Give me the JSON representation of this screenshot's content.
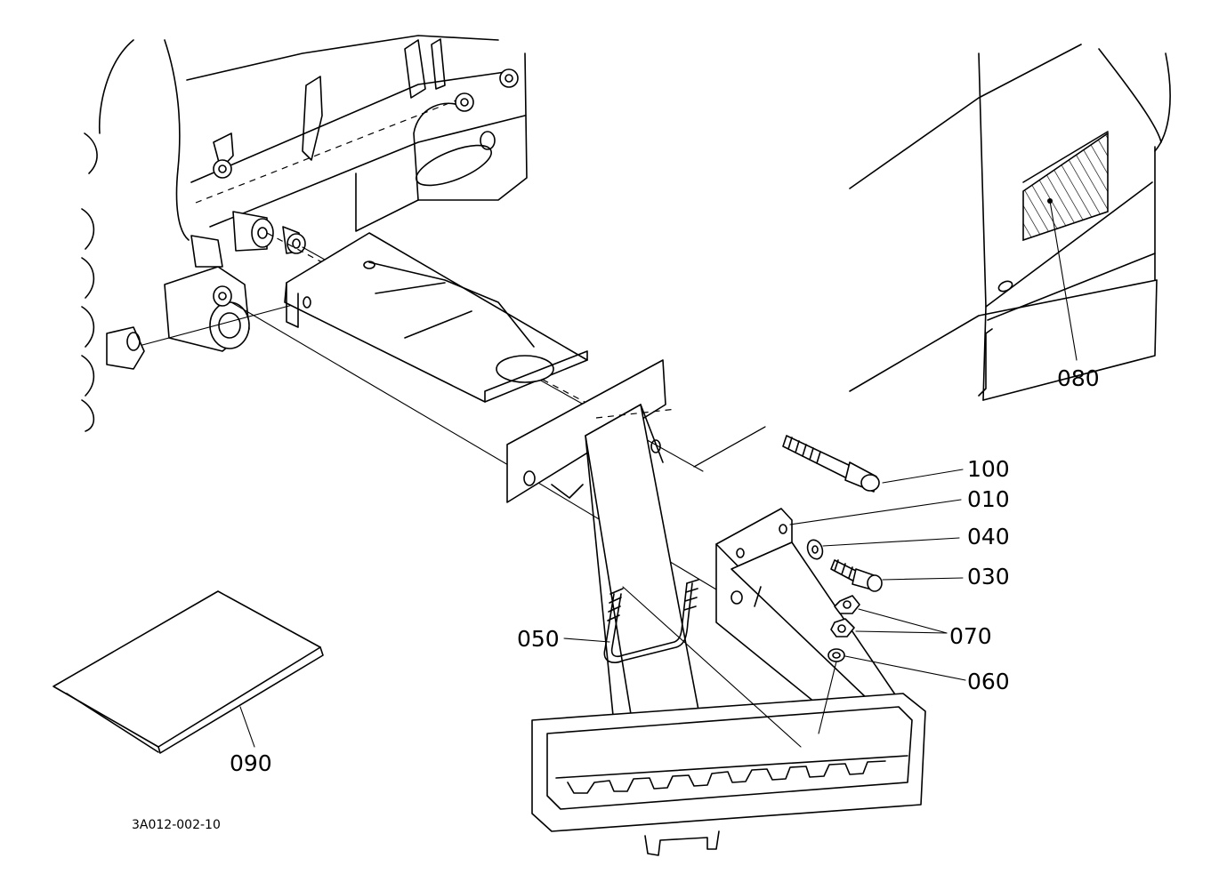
{
  "diagram": {
    "drawing_code": "3A012-002-10",
    "part_labels": [
      "100",
      "010",
      "040",
      "030",
      "070",
      "060",
      "050",
      "080",
      "090"
    ]
  }
}
